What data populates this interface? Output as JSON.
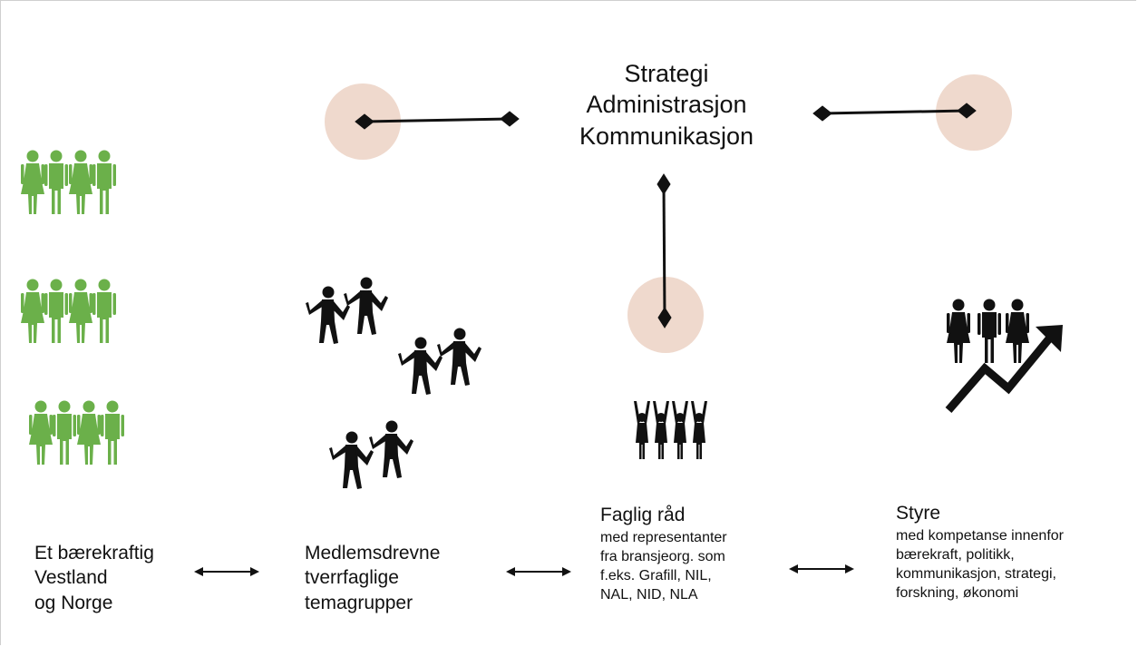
{
  "center": {
    "lines": [
      "Strategi",
      "Administrasjon",
      "Kommunikasjon"
    ]
  },
  "columns": [
    {
      "lines": [
        "Et bærekraftig",
        "Vestland",
        "og Norge"
      ]
    },
    {
      "lines": [
        "Medlemsdrevne",
        "tverrfaglige",
        "temagrupper"
      ]
    },
    {
      "heading": "Faglig råd",
      "lines": [
        "med representanter",
        "fra bransjeorg. som",
        "f.eks. Grafill, NIL,",
        "NAL, NID, NLA"
      ]
    },
    {
      "heading": "Styre",
      "lines": [
        "med kompetanse innenfor",
        "bærekraft, politikk,",
        "kommunikasjon, strategi,",
        "forskning, økonomi"
      ]
    }
  ],
  "colors": {
    "people_green": "#6bb04a",
    "icon_black": "#111111",
    "node_circle": "#efd9cd",
    "frame": "#cfcfcf"
  },
  "icons": [
    "person-group-icon",
    "dancing-people-icon",
    "cheering-group-icon",
    "growth-team-icon",
    "double-arrow-icon"
  ]
}
